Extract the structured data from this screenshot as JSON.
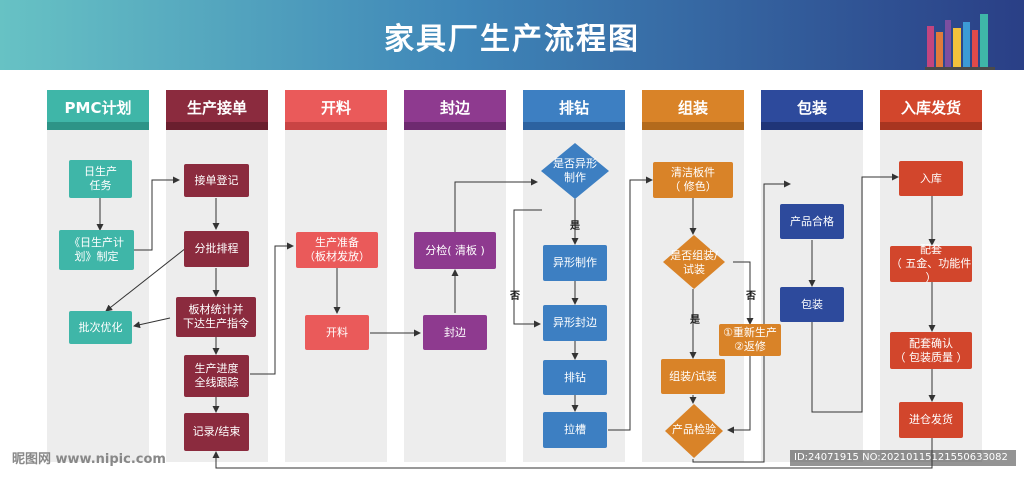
{
  "title": "家具厂生产流程图",
  "lanes": [
    {
      "label": "PMC计划",
      "color": "#3fb6a8"
    },
    {
      "label": "生产接单",
      "color": "#8b2b3e"
    },
    {
      "label": "开料",
      "color": "#ea5a5a"
    },
    {
      "label": "封边",
      "color": "#8e3a8f"
    },
    {
      "label": "排钻",
      "color": "#3d7fc2"
    },
    {
      "label": "组装",
      "color": "#d98328"
    },
    {
      "label": "包装",
      "color": "#2d4a9c"
    },
    {
      "label": "入库发货",
      "color": "#d2462c"
    }
  ],
  "nodes": {
    "daily_plan": "日生产\n任务",
    "daily_plan_doc": "《日生产计\n划》制定",
    "batch_opt": "批次优化",
    "order_reg": "接单登记",
    "batch_sched": "分批排程",
    "material_stat": "板材统计并\n下达生产指令",
    "progress": "生产进度\n全线跟踪",
    "record_close": "记录/结束",
    "prod_prep": "生产准备\n（板材发放）",
    "cutting": "开料",
    "sort_check": "分检( 清板 )",
    "edge_band": "封边",
    "is_special": "是否异形\n制作",
    "special_make": "异形制作",
    "special_edge": "异形封边",
    "drilling": "排钻",
    "slotting": "拉槽",
    "clean_parts": "清洁板件\n（ 修色）",
    "is_assembled": "是否组装/\n试装",
    "rework": "①重新生产\n②返修",
    "assemble": "组装/试装",
    "inspection": "产品检验",
    "qualified": "产品合格",
    "packing": "包装",
    "warehousing": "入库",
    "kitting": "配套\n（ 五金、功能件 ）",
    "kit_confirm": "配套确认\n（ 包装质量 ）",
    "shipping": "进仓发货"
  },
  "labels": {
    "yes1": "是",
    "no1": "否",
    "yes2": "是",
    "no2": "否"
  },
  "watermark": {
    "left": "昵图网 www.nipic.com",
    "right": "ID:24071915 NO:20210115121550633082"
  }
}
